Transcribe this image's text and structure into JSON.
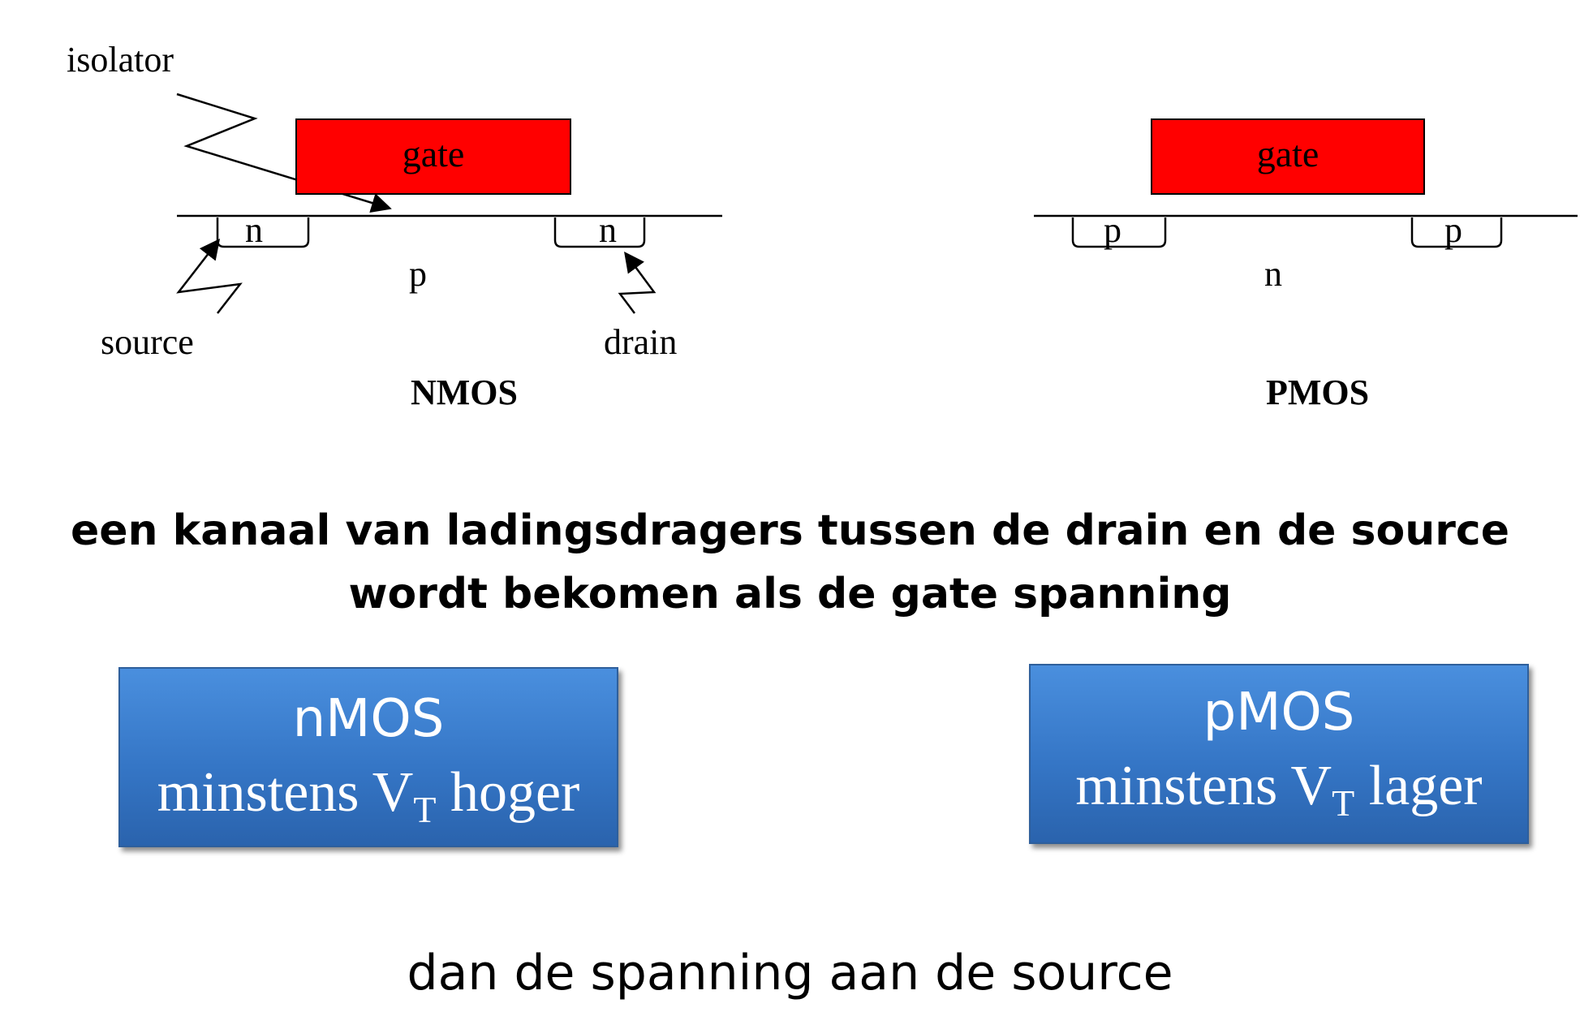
{
  "nmos": {
    "isolator_label": "isolator",
    "gate_label": "gate",
    "source_region_label": "n",
    "drain_region_label": "n",
    "substrate_label": "p",
    "source_label": "source",
    "drain_label": "drain",
    "title": "NMOS"
  },
  "pmos": {
    "gate_label": "gate",
    "source_region_label": "p",
    "drain_region_label": "p",
    "substrate_label": "n",
    "title": "PMOS"
  },
  "heading": {
    "line1": "een kanaal van ladingsdragers tussen de drain en de source",
    "line2": "wordt bekomen als de gate spanning"
  },
  "boxes": {
    "nmos": {
      "title": "nMOS",
      "prefix": "minstens V",
      "subscript": "T",
      "suffix": " hoger"
    },
    "pmos": {
      "title": "pMOS",
      "prefix": "minstens V",
      "subscript": "T",
      "suffix": " lager"
    }
  },
  "footer": "dan de spanning aan de source",
  "colors": {
    "gate": "#ff0000",
    "box": "#3b7dd0",
    "box_text": "#ffffff"
  }
}
